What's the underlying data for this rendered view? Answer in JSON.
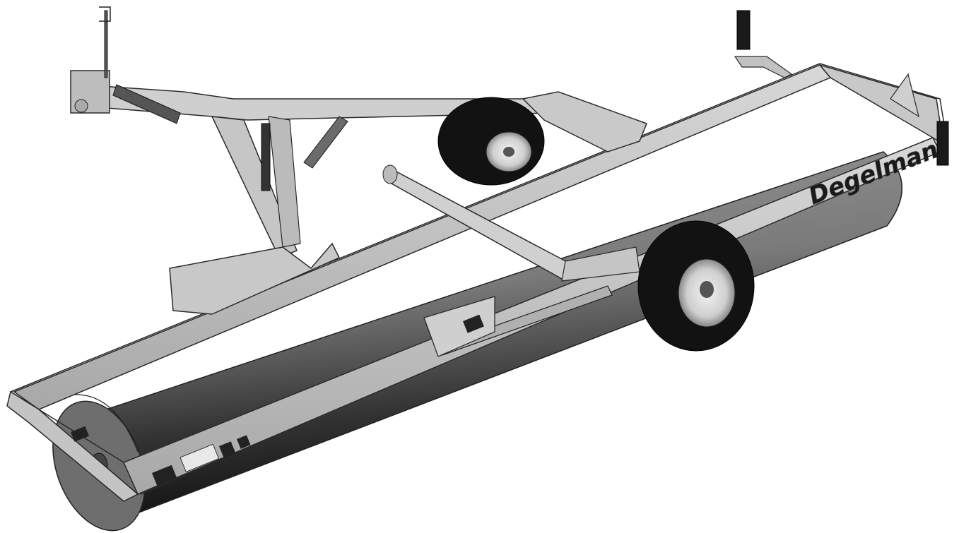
{
  "figure": {
    "brand_logo": "Degelman",
    "colors": {
      "background": "#ffffff",
      "frame": "#bdbdbd",
      "frame_light": "#d6d6d6",
      "drum": "#8c8c8c",
      "drum_dark": "#1a1a1a",
      "tire": "#111111",
      "rim": "#e6e6e6",
      "outline": "#2a2a2a"
    },
    "parts": [
      "hitch",
      "tongue-frame",
      "hydraulic-cylinder",
      "roller-drum",
      "transport-wheel",
      "wheel-axle-bar",
      "rear-lights",
      "end-frame",
      "safety-decals"
    ]
  }
}
